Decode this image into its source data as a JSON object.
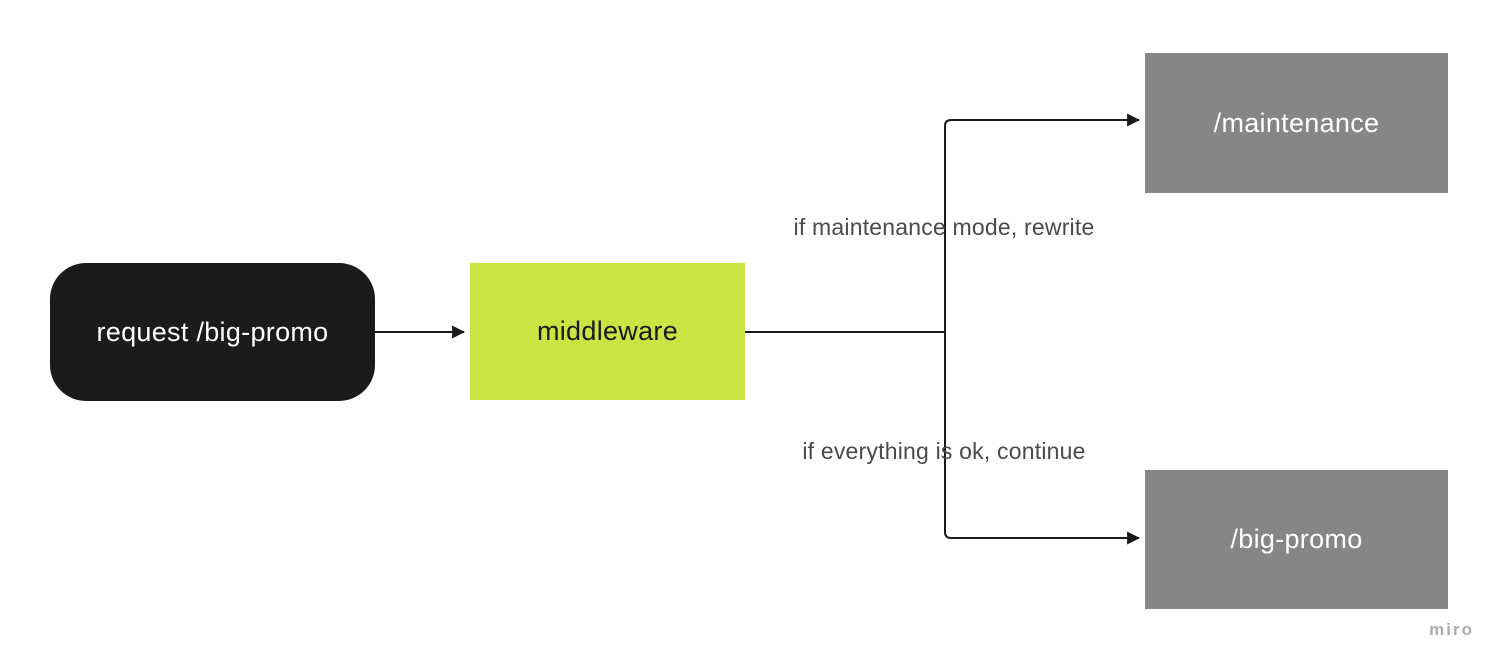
{
  "diagram": {
    "nodes": {
      "request": {
        "label": "request /big-promo",
        "color": "#1b1b1b",
        "text_color": "#ffffff",
        "shape": "rounded-rectangle"
      },
      "middleware": {
        "label": "middleware",
        "color": "#c9e543",
        "text_color": "#1a1a1a",
        "shape": "rectangle"
      },
      "maintenance": {
        "label": "/maintenance",
        "color": "#868686",
        "text_color": "#ffffff",
        "shape": "rectangle"
      },
      "big_promo": {
        "label": "/big-promo",
        "color": "#868686",
        "text_color": "#ffffff",
        "shape": "rectangle"
      }
    },
    "edge_labels": {
      "maintenance": "if maintenance mode, rewrite",
      "continue": "if everything is ok, continue"
    },
    "connector_color": "#1a1a1a",
    "label_color": "#4a4a4a",
    "background": "#ffffff",
    "watermark": "miro"
  }
}
